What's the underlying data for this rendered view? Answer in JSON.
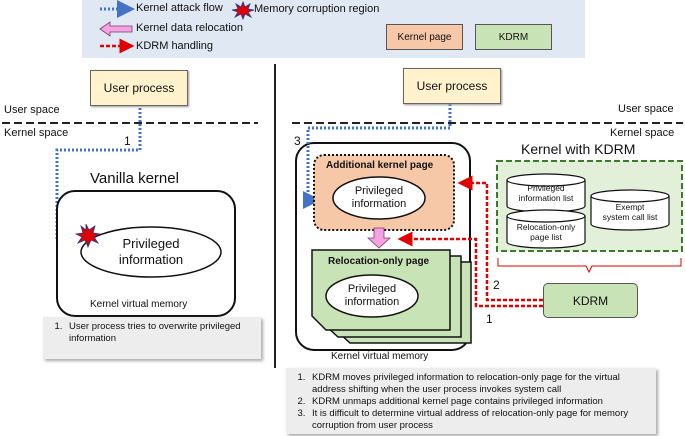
{
  "legend": {
    "attack_flow": "Kernel attack flow",
    "memory_corruption": "Memory corruption region",
    "data_relocation": "Kernel data relocation",
    "kdrm_handling": "KDRM handling",
    "kernel_page_key": "Kernel page",
    "kdrm_key": "KDRM"
  },
  "left": {
    "user_process": "User process",
    "user_space": "User space",
    "kernel_space": "Kernel space",
    "step": "1",
    "vanilla_title": "Vanilla kernel",
    "privileged": "Privileged",
    "information": "information",
    "kvm": "Kernel virtual memory",
    "notes": [
      "User process tries to overwrite privileged information"
    ]
  },
  "right": {
    "user_process": "User process",
    "user_space": "User space",
    "kernel_space": "Kernel space",
    "step3": "3",
    "step2": "2",
    "step1": "1",
    "additional_page": "Additional kernel page",
    "privileged": "Privileged",
    "information": "information",
    "relocation_page": "Relocation-only page",
    "kvm": "Kernel virtual memory",
    "kdrm_title": "Kernel with KDRM",
    "priv_list_1": "Privileged",
    "priv_list_2": "information list",
    "exempt_1": "Exempt",
    "exempt_2": "system call list",
    "reloc_list_1": "Relocation-only",
    "reloc_list_2": "page list",
    "kdrm": "KDRM",
    "notes": [
      "KDRM moves privileged information to relocation-only page for the virtual address shifting when the user process invokes system call",
      "KDRM unmaps additional kernel page contains privileged information",
      "It is difficult to determine virtual address of relocation-only page for memory corruption from user process"
    ]
  },
  "colors": {
    "attack": "#4472c4",
    "kdrm_handling": "#e00000",
    "kernel_page": "#f6c8a8",
    "kdrm": "#c8e3b5",
    "user_process": "#fff2cc",
    "relocation_arrow": "#f5a3e0",
    "kdrm_border": "#3a7a28"
  }
}
